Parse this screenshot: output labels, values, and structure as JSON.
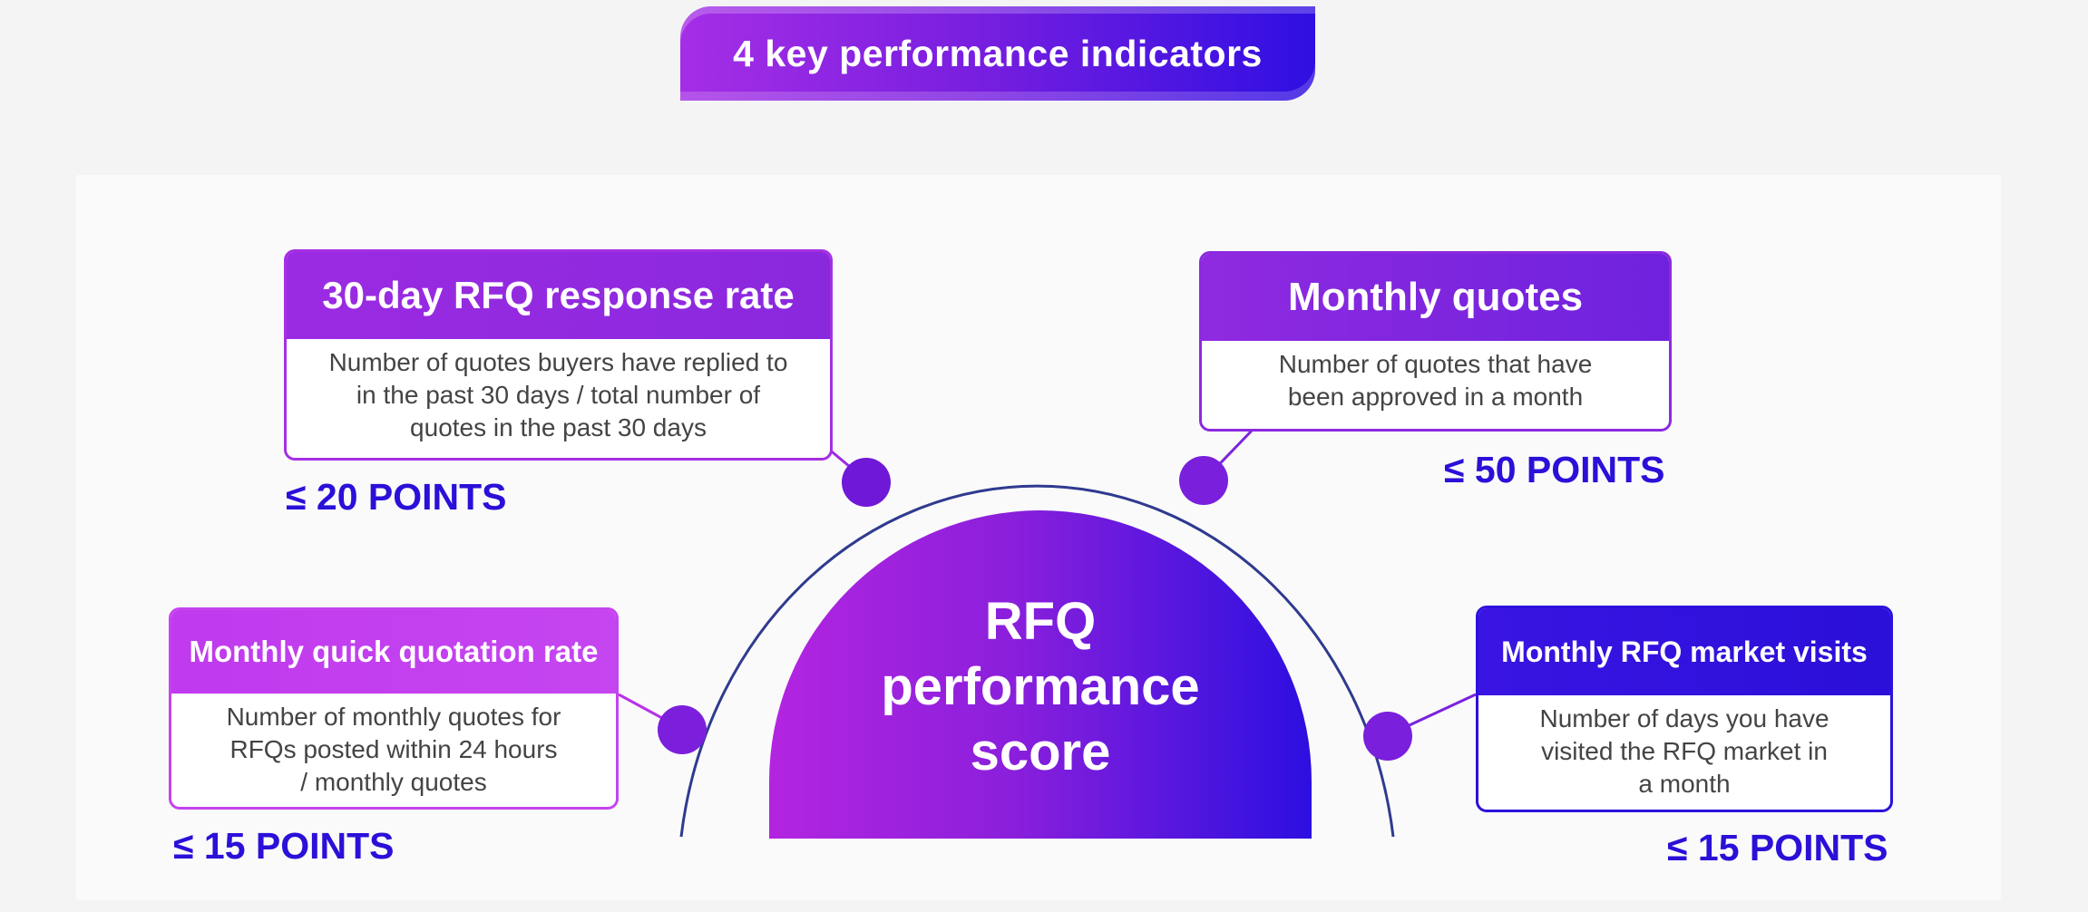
{
  "header": {
    "title": "4 key performance indicators"
  },
  "center": {
    "lines": [
      "RFQ",
      "performance",
      "score"
    ]
  },
  "indicators": [
    {
      "title": "30-day RFQ response rate",
      "description": [
        "Number of quotes buyers have replied to",
        "in the past 30 days / total number of",
        "quotes in the past 30 days"
      ],
      "points": "≤ 20 POINTS"
    },
    {
      "title": "Monthly quotes",
      "description": [
        "Number of quotes that have",
        "been approved in a month"
      ],
      "points": "≤ 50 POINTS"
    },
    {
      "title": "Monthly quick quotation rate",
      "description": [
        "Number of monthly quotes for",
        "RFQs posted within 24 hours",
        "/ monthly quotes"
      ],
      "points": "≤ 15 POINTS"
    },
    {
      "title": "Monthly RFQ market visits",
      "description": [
        "Number of days you have",
        "visited the RFQ market in",
        "a month"
      ],
      "points": "≤ 15 POINTS"
    }
  ],
  "colors": {
    "deep_blue": "#2a10d8",
    "purple": "#8a28de",
    "magenta": "#c03aee",
    "arc_line": "#2f3a8f"
  }
}
